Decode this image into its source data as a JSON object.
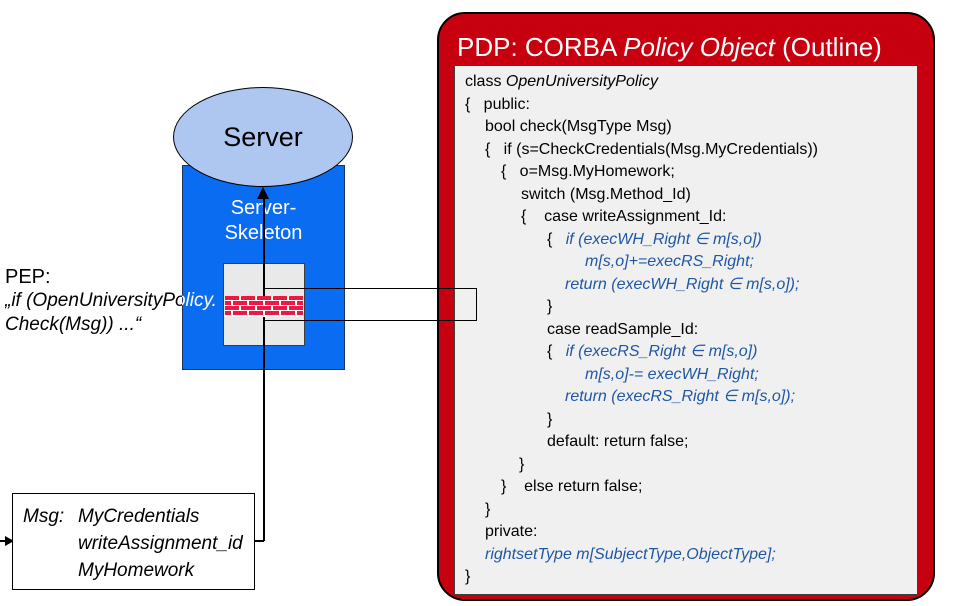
{
  "colors": {
    "pdp-red": "#C7000F",
    "skeleton-blue": "#0A6CF0",
    "ellipse-blue": "#AEC7F0",
    "panel-gray": "#F0F0F0",
    "firewall-gray": "#E9E9E9",
    "brick-red": "#EE1843",
    "code-blue": "#1F57A5",
    "title-white": "#FFFFFF"
  },
  "icons": {
    "firewall": "brick-wall-icon",
    "invoke_arrow": "arrow-up-icon",
    "message_arrow": "arrow-right-icon"
  },
  "server": {
    "label": "Server",
    "skeleton_line1": "Server-",
    "skeleton_line2": "Skeleton"
  },
  "pep": {
    "line1": "PEP:",
    "line2": "„if (OpenUniversityPolicy.",
    "line3": "Check(Msg)) ...“"
  },
  "msg": {
    "label": "Msg:",
    "items": [
      "MyCredentials",
      "writeAssignment_id",
      "MyHomework"
    ]
  },
  "pdp": {
    "title_parts": [
      {
        "t": "PDP: CORBA ",
        "i": false
      },
      {
        "t": "Policy Object",
        "i": true
      },
      {
        "t": " (Outline)",
        "i": false
      }
    ],
    "code_lines": [
      {
        "ind": 0,
        "parts": [
          {
            "s": "n",
            "t": "class "
          },
          {
            "s": "i",
            "t": "OpenUniversityPolicy"
          }
        ]
      },
      {
        "ind": 0,
        "parts": [
          {
            "s": "n",
            "t": "{   public:"
          }
        ]
      },
      {
        "ind": 20,
        "parts": [
          {
            "s": "n",
            "t": "bool check(MsgType Msg)"
          }
        ]
      },
      {
        "ind": 20,
        "parts": [
          {
            "s": "n",
            "t": "{   if (s=CheckCredentials(Msg.MyCredentials))"
          }
        ]
      },
      {
        "ind": 36,
        "parts": [
          {
            "s": "n",
            "t": "{   o=Msg.MyHomework;"
          }
        ]
      },
      {
        "ind": 56,
        "parts": [
          {
            "s": "n",
            "t": "switch (Msg.Method_Id)"
          }
        ]
      },
      {
        "ind": 56,
        "parts": [
          {
            "s": "n",
            "t": "{    case writeAssignment_Id:"
          }
        ]
      },
      {
        "ind": 82,
        "parts": [
          {
            "s": "n",
            "t": "{   "
          },
          {
            "s": "b",
            "t": "if (execWH_Right ∈ m[s,o])"
          }
        ]
      },
      {
        "ind": 120,
        "parts": [
          {
            "s": "b",
            "t": "m[s,o]+=execRS_Right;"
          }
        ]
      },
      {
        "ind": 100,
        "parts": [
          {
            "s": "b",
            "t": "return (execWH_Right ∈ m[s,o]);"
          }
        ]
      },
      {
        "ind": 82,
        "parts": [
          {
            "s": "n",
            "t": "}"
          }
        ]
      },
      {
        "ind": 82,
        "parts": [
          {
            "s": "n",
            "t": "case readSample_Id:"
          }
        ]
      },
      {
        "ind": 82,
        "parts": [
          {
            "s": "n",
            "t": "{   "
          },
          {
            "s": "b",
            "t": "if (execRS_Right ∈ m[s,o])"
          }
        ]
      },
      {
        "ind": 120,
        "parts": [
          {
            "s": "b",
            "t": "m[s,o]-= execWH_Right;"
          }
        ]
      },
      {
        "ind": 100,
        "parts": [
          {
            "s": "b",
            "t": "return (execRS_Right ∈ m[s,o]);"
          }
        ]
      },
      {
        "ind": 82,
        "parts": [
          {
            "s": "n",
            "t": "}"
          }
        ]
      },
      {
        "ind": 82,
        "parts": [
          {
            "s": "n",
            "t": "default: return false;"
          }
        ]
      },
      {
        "ind": 54,
        "parts": [
          {
            "s": "n",
            "t": "}"
          }
        ]
      },
      {
        "ind": 36,
        "parts": [
          {
            "s": "n",
            "t": "}    else return false;"
          }
        ]
      },
      {
        "ind": 20,
        "parts": [
          {
            "s": "n",
            "t": "}"
          }
        ]
      },
      {
        "ind": 20,
        "parts": [
          {
            "s": "n",
            "t": "private:"
          }
        ]
      },
      {
        "ind": 20,
        "parts": [
          {
            "s": "b",
            "t": "rightsetType m[SubjectType,ObjectType];"
          }
        ]
      },
      {
        "ind": 0,
        "parts": [
          {
            "s": "n",
            "t": "}"
          }
        ]
      }
    ]
  }
}
